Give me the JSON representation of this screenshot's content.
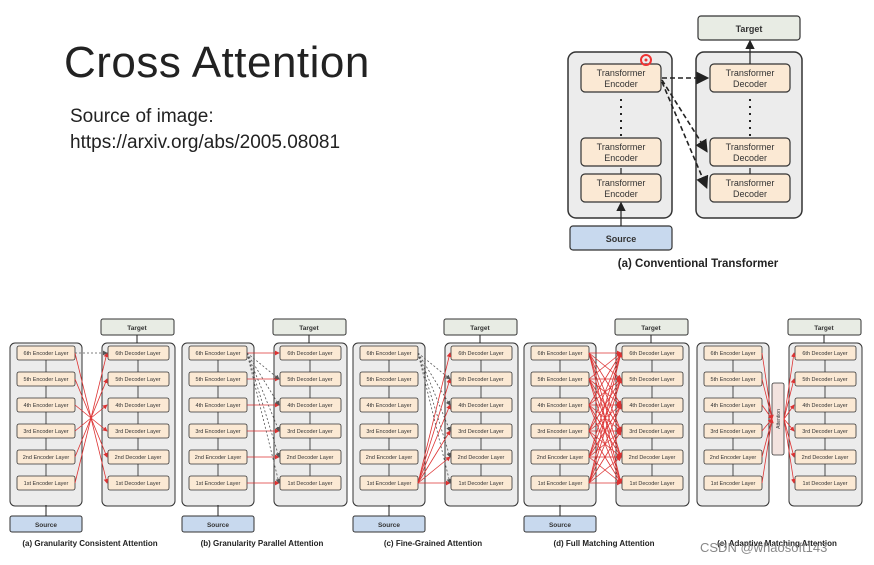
{
  "slide": {
    "title": "Cross Attention",
    "source_label": "Source of image:",
    "source_url": "https://arxiv.org/abs/2005.08081",
    "watermark": "CSDN @whaosoft143"
  },
  "colors": {
    "encoder_fill": "#fbe9d4",
    "decoder_fill": "#fbe9d4",
    "panel_fill": "#ececec",
    "source_fill": "#c8d9ee",
    "target_fill": "#e8ece4",
    "accent_red": "#d33"
  },
  "conventional": {
    "target": "Target",
    "source": "Source",
    "encoder_line1": "Transformer",
    "encoder_line2": "Encoder",
    "decoder_line1": "Transformer",
    "decoder_line2": "Decoder",
    "caption": "(a) Conventional Transformer"
  },
  "variants": {
    "target": "Target",
    "source": "Source",
    "attention_box": "Attention",
    "encoder_layers": [
      "6th Encoder Layer",
      "5th Encoder Layer",
      "4th Encoder Layer",
      "3rd Encoder Layer",
      "2nd Encoder Layer",
      "1st Encoder Layer"
    ],
    "decoder_layers": [
      "6th Decoder Layer",
      "5th Decoder Layer",
      "4th Decoder Layer",
      "3rd Decoder Layer",
      "2nd Decoder Layer",
      "1st Decoder Layer"
    ],
    "captions": [
      "(a) Granularity Consistent Attention",
      "(b) Granularity Parallel Attention",
      "(c) Fine-Grained Attention",
      "(d) Full Matching Attention",
      "(e) Adaptive Matching Attention"
    ]
  }
}
